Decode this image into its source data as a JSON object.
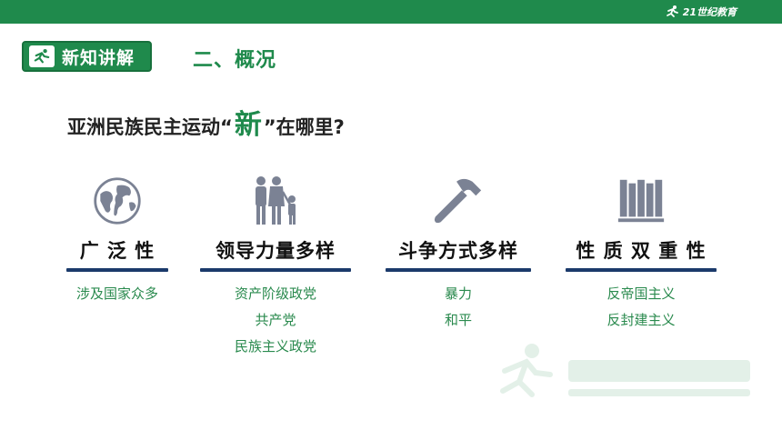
{
  "header": {
    "brand": "21世纪教育",
    "badge_label": "新知讲解",
    "section_title": "二、概况"
  },
  "question": {
    "before": "亚洲民族民主运动“",
    "emphasis": "新",
    "after": "”在哪里?"
  },
  "columns": [
    {
      "icon": "globe-icon",
      "title": "广 泛 性",
      "items": [
        "涉及国家众多"
      ]
    },
    {
      "icon": "family-icon",
      "title": "领导力量多样",
      "items": [
        "资产阶级政党",
        "共产党",
        "民族主义政党"
      ]
    },
    {
      "icon": "hammer-icon",
      "title": "斗争方式多样",
      "items": [
        "暴力",
        "和平"
      ]
    },
    {
      "icon": "books-icon",
      "title": "性 质 双 重 性",
      "items": [
        "反帝国主义",
        "反封建主义"
      ]
    }
  ],
  "colors": {
    "brand_green": "#1f8a4c",
    "underline_navy": "#1b3a6b",
    "icon_gray": "#7b8294"
  }
}
